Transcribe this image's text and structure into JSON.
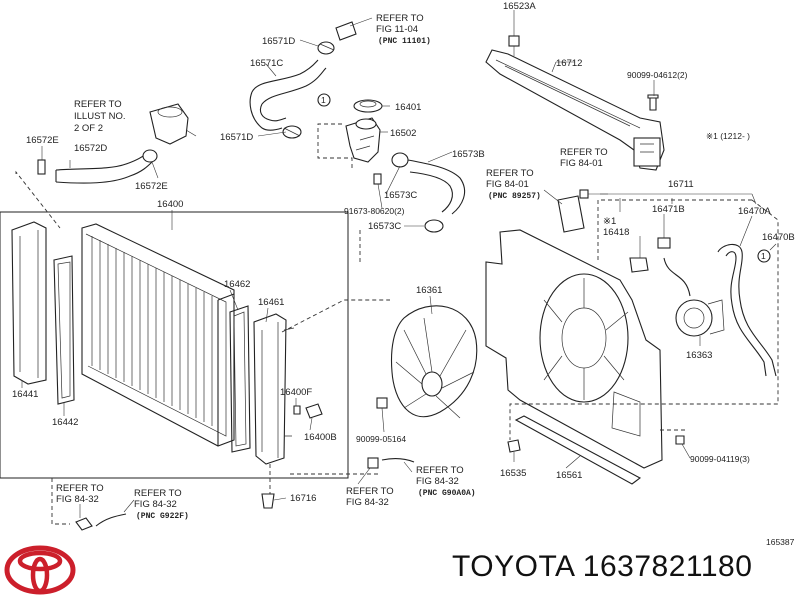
{
  "diagram_id": "165387",
  "footer": {
    "brand": "TOYOTA",
    "part_number": "1637821180"
  },
  "labels": {
    "l16523A": "16523A",
    "l16712": "16712",
    "l90099_04612": "90099-04612(2)",
    "l16571D_top": "16571D",
    "l16571C": "16571C",
    "l16571D_bot": "16571D",
    "refer_fig1104_a": "REFER TO",
    "refer_fig1104_b": "FIG 11-04",
    "refer_fig1104_c": "(PNC 11101)",
    "refer_illust_a": "REFER TO",
    "refer_illust_b": "ILLUST NO.",
    "refer_illust_c": "2 OF 2",
    "l16572E_top": "16572E",
    "l16572D": "16572D",
    "l16572E_bot": "16572E",
    "l16401": "16401",
    "l16502": "16502",
    "l16573B": "16573B",
    "l16573C_a": "16573C",
    "l16573C_b": "16573C",
    "l91673": "91673-80620(2)",
    "refer_fig8401_a": "REFER TO",
    "refer_fig8401_b": "FIG 84-01",
    "refer_fig8401_c": "(PNC 89257)",
    "refer_fig8401r_a": "REFER TO",
    "refer_fig8401r_b": "FIG 84-01",
    "note_x1": "※1 (1212‐    )",
    "l16711": "16711",
    "l16471B": "16471B",
    "l16470A": "16470A",
    "l16470B": "16470B",
    "l16418_mark": "※1",
    "l16418": "16418",
    "l16400": "16400",
    "l16462": "16462",
    "l16461": "16461",
    "l16361": "16361",
    "l16363": "16363",
    "l16441": "16441",
    "l16442": "16442",
    "l16400F": "16400F",
    "l16400B": "16400B",
    "l90099_05164": "90099-05164",
    "l16535": "16535",
    "l16561": "16561",
    "l90099_04119": "90099-04119(3)",
    "l16716": "16716",
    "refer_fig8432a_a": "REFER TO",
    "refer_fig8432a_b": "FIG 84-32",
    "refer_fig8432b_a": "REFER TO",
    "refer_fig8432b_b": "FIG 84-32",
    "refer_fig8432b_c": "(PNC G922F)",
    "refer_fig8432c_a": "REFER TO",
    "refer_fig8432c_b": "FIG 84-32",
    "refer_fig8432d_a": "REFER TO",
    "refer_fig8432d_b": "FIG 84-32",
    "refer_fig8432d_c": "(PNC G90A0A)",
    "circle_1": "1"
  },
  "colors": {
    "logo": "#cc1f2b",
    "ink": "#222222"
  }
}
